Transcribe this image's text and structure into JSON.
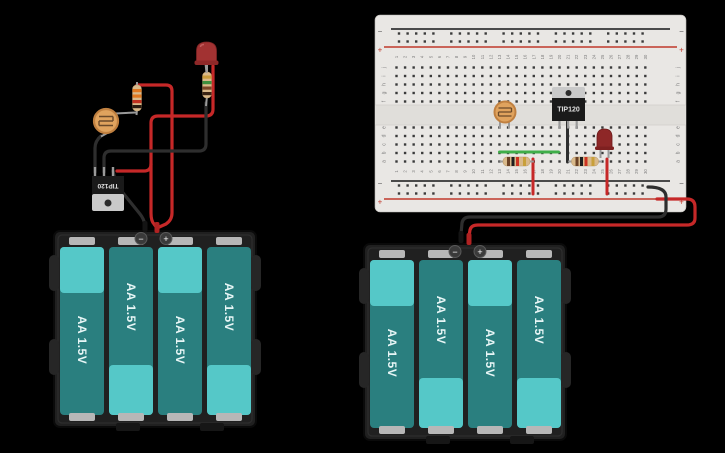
{
  "left_circuit": {
    "transistor": {
      "label": "TIP120"
    },
    "battery_pack": {
      "cells": [
        {
          "label": "AA 1.5V"
        },
        {
          "label": "AA 1.5V"
        },
        {
          "label": "AA 1.5V"
        },
        {
          "label": "AA 1.5V"
        }
      ],
      "negative_symbol": "−",
      "positive_symbol": "+"
    }
  },
  "right_circuit": {
    "transistor": {
      "label": "TIP120"
    },
    "breadboard": {
      "row_letters_top": [
        "j",
        "i",
        "h",
        "g",
        "f"
      ],
      "row_letters_bottom": [
        "e",
        "d",
        "c",
        "b",
        "a"
      ],
      "column_numbers": [
        "1",
        "2",
        "3",
        "4",
        "5",
        "6",
        "7",
        "8",
        "9",
        "10",
        "11",
        "12",
        "13",
        "14",
        "15",
        "16",
        "17",
        "18",
        "19",
        "20",
        "21",
        "22",
        "23",
        "24",
        "25",
        "26",
        "27",
        "28",
        "29",
        "30"
      ],
      "negative_symbol": "−",
      "positive_symbol": "+"
    },
    "battery_pack": {
      "cells": [
        {
          "label": "AA 1.5V"
        },
        {
          "label": "AA 1.5V"
        },
        {
          "label": "AA 1.5V"
        },
        {
          "label": "AA 1.5V"
        }
      ],
      "negative_symbol": "−",
      "positive_symbol": "+"
    }
  },
  "colors": {
    "background": "#000000",
    "wire_red": "#c62828",
    "wire_black": "#2e2e2e",
    "wire_green": "#3fae49",
    "breadboard_body": "#e9e7e4",
    "rail_positive": "#c0392b",
    "rail_negative": "#4a4a4a",
    "battery_dark_teal": "#2a7f7f",
    "battery_light_teal": "#55c8c8",
    "holder_dark": "#202020",
    "led_red": "#a12f2f",
    "transistor_body": "#1a1a1a",
    "transistor_tab": "#c9c9c9",
    "resistor_body": "#d9b98a",
    "ldr_body": "#e0a35e"
  }
}
